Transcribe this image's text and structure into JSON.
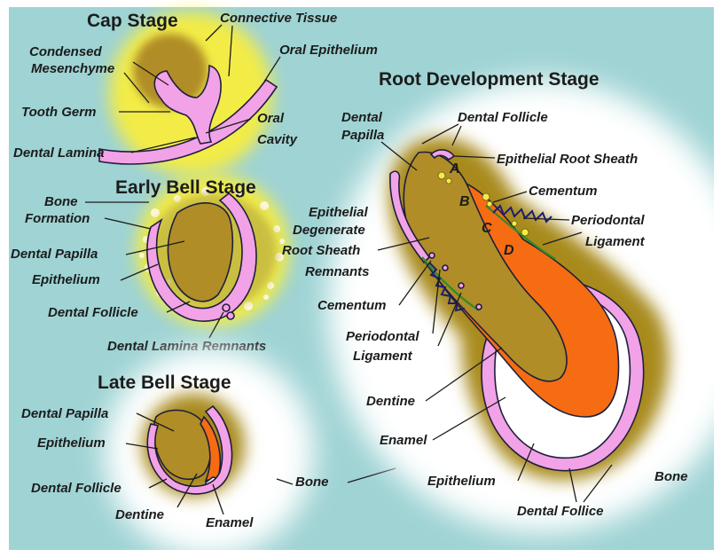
{
  "colors": {
    "background": "#9fd3d4",
    "white": "#ffffff",
    "yellow": "#f3ec47",
    "papilla": "#b08d27",
    "follicle_glow": "#a88a1e",
    "epithelium": "#f2a2e6",
    "dentine": "#f66c12",
    "ligament": "#1a1d7a",
    "cementum_line": "#2f8a2a"
  },
  "cap": {
    "title": "Cap Stage",
    "labels": {
      "connective_tissue": "Connective Tissue",
      "oral_epithelium": "Oral Epithelium",
      "condensed_mesenchyme": [
        "Condensed",
        "Mesenchyme"
      ],
      "tooth_germ": "Tooth Germ",
      "oral_cavity": [
        "Oral",
        "Cavity"
      ],
      "dental_lamina": "Dental Lamina"
    }
  },
  "early_bell": {
    "title": "Early Bell Stage",
    "labels": {
      "bone_formation": [
        "Bone",
        "Formation"
      ],
      "dental_papilla": "Dental Papilla",
      "epithelium": "Epithelium",
      "dental_follicle": "Dental Follicle",
      "dental_lamina_remnants": "Dental Lamina Remnants"
    }
  },
  "late_bell": {
    "title": "Late Bell Stage",
    "labels": {
      "dental_papilla": "Dental Papilla",
      "epithelium": "Epithelium",
      "dental_follicle": "Dental Follicle",
      "dentine": "Dentine",
      "enamel": "Enamel",
      "bone": "Bone"
    }
  },
  "root": {
    "title": "Root Development Stage",
    "labels": {
      "dental_papilla": [
        "Dental",
        "Papilla"
      ],
      "dental_follicle": "Dental Follicle",
      "epithelial_root_sheath": "Epithelial Root Sheath",
      "cementum_top": "Cementum",
      "periodontal_ligament_top": [
        "Periodontal",
        "Ligament"
      ],
      "epithelial_remnants": [
        "Epithelial",
        "Degenerate",
        "Root Sheath",
        "Remnants"
      ],
      "cementum_left": "Cementum",
      "periodontal_ligament_left": [
        "Periodontal",
        "Ligament"
      ],
      "dentine": "Dentine",
      "enamel": "Enamel",
      "epithelium": "Epithelium",
      "dental_follice": "Dental Follice",
      "bone": "Bone",
      "letters": [
        "A",
        "B",
        "C",
        "D"
      ]
    }
  }
}
